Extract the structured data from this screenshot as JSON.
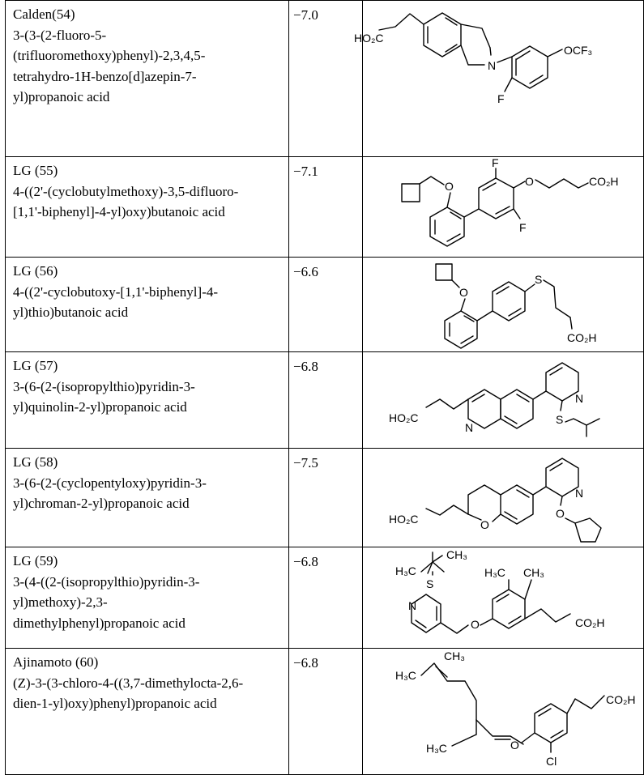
{
  "rows": [
    {
      "name_lines": [
        "Calden(54)",
        "3-(3-(2-fluoro-5-",
        "(trifluoromethoxy)phenyl)-2,3,4,5-",
        "tetrahydro-1H-benzo[d]azepin-7-",
        "yl)propanoic acid"
      ],
      "score": "−7.0",
      "labels": [
        "HO₂C",
        "N",
        "OCF₃",
        "F"
      ]
    },
    {
      "name_lines": [
        "LG (55)",
        "4-((2'-(cyclobutylmethoxy)-3,5-difluoro-",
        "[1,1'-biphenyl]-4-yl)oxy)butanoic acid"
      ],
      "score": "−7.1",
      "labels": [
        "O",
        "F",
        "O",
        "CO₂H",
        "F"
      ]
    },
    {
      "name_lines": [
        "LG (56)",
        "4-((2'-cyclobutoxy-[1,1'-biphenyl]-4-",
        "yl)thio)butanoic acid"
      ],
      "score": "−6.6",
      "labels": [
        "O",
        "S",
        "CO₂H"
      ]
    },
    {
      "name_lines": [
        "LG (57)",
        "3-(6-(2-(isopropylthio)pyridin-3-",
        "yl)quinolin-2-yl)propanoic acid"
      ],
      "score": "−6.8",
      "labels": [
        "N",
        "HO₂C",
        "N",
        "S"
      ]
    },
    {
      "name_lines": [
        "LG (58)",
        "3-(6-(2-(cyclopentyloxy)pyridin-3-",
        "yl)chroman-2-yl)propanoic acid"
      ],
      "score": "−7.5",
      "labels": [
        "N",
        "HO₂C",
        "O",
        "O"
      ]
    },
    {
      "name_lines": [
        "LG (59)",
        "3-(4-((2-(isopropylthio)pyridin-3-",
        "yl)methoxy)-2,3-",
        "dimethylphenyl)propanoic acid"
      ],
      "score": "−6.8",
      "labels": [
        "CH₃",
        "H₃C",
        "S",
        "H₃C",
        "CH₃",
        "N",
        "O",
        "CO₂H"
      ]
    },
    {
      "name_lines": [
        "Ajinamoto (60)",
        "(Z)-3-(3-chloro-4-((3,7-dimethylocta-2,6-",
        "dien-1-yl)oxy)phenyl)propanoic acid"
      ],
      "score": "−6.8",
      "labels": [
        "CH₃",
        "H₃C",
        "CO₂H",
        "H₃C",
        "O",
        "Cl"
      ]
    }
  ]
}
